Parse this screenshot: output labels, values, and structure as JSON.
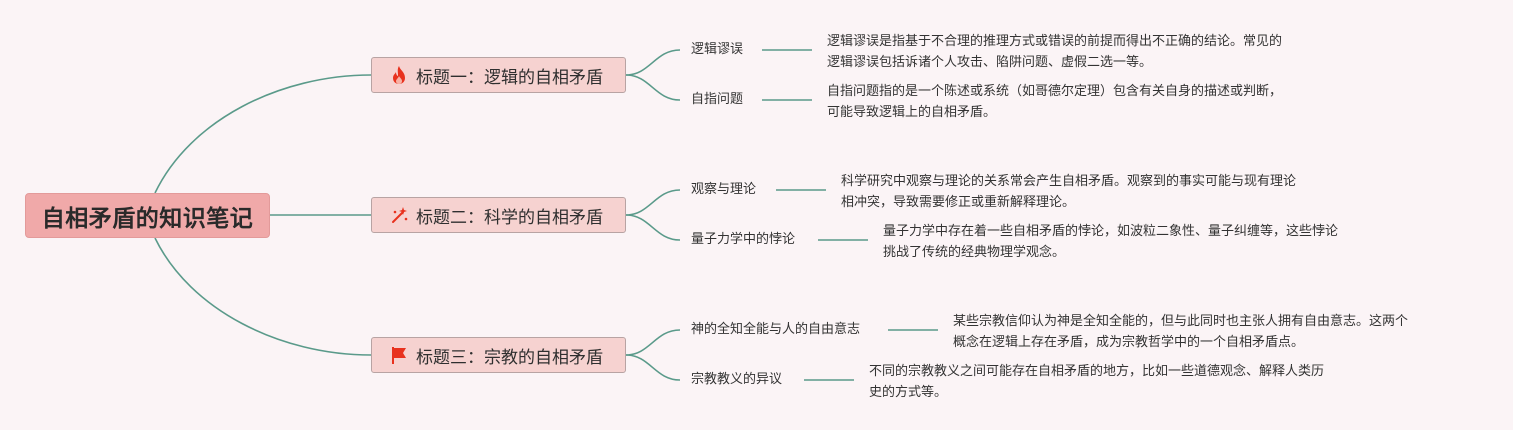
{
  "root": {
    "label": "自相矛盾的知识笔记"
  },
  "branches": [
    {
      "label": "标题一：逻辑的自相矛盾",
      "icon": "fire-icon",
      "topics": [
        {
          "label": "逻辑谬误",
          "desc": [
            "逻辑谬误是指基于不合理的推理方式或错误的前提而得出不正确的结论。常见的",
            "逻辑谬误包括诉诸个人攻击、陷阱问题、虚假二选一等。"
          ]
        },
        {
          "label": "自指问题",
          "desc": [
            "自指问题指的是一个陈述或系统（如哥德尔定理）包含有关自身的描述或判断，",
            "可能导致逻辑上的自相矛盾。"
          ]
        }
      ]
    },
    {
      "label": "标题二：科学的自相矛盾",
      "icon": "sparkle-icon",
      "topics": [
        {
          "label": "观察与理论",
          "desc": [
            "科学研究中观察与理论的关系常会产生自相矛盾。观察到的事实可能与现有理论",
            "相冲突，导致需要修正或重新解释理论。"
          ]
        },
        {
          "label": "量子力学中的悖论",
          "desc": [
            "量子力学中存在着一些自相矛盾的悖论，如波粒二象性、量子纠缠等，这些悖论",
            "挑战了传统的经典物理学观念。"
          ]
        }
      ]
    },
    {
      "label": "标题三：宗教的自相矛盾",
      "icon": "flag-icon",
      "topics": [
        {
          "label": "神的全知全能与人的自由意志",
          "desc": [
            "某些宗教信仰认为神是全知全能的，但与此同时也主张人拥有自由意志。这两个",
            "概念在逻辑上存在矛盾，成为宗教哲学中的一个自相矛盾点。"
          ]
        },
        {
          "label": "宗教教义的异议",
          "desc": [
            "不同的宗教教义之间可能存在自相矛盾的地方，比如一些道德观念、解释人类历",
            "史的方式等。"
          ]
        }
      ]
    }
  ],
  "colors": {
    "background": "#fbf4f6",
    "link": "#5a9a8a",
    "root_fill": "#f0a9a9",
    "branch_fill": "#f6d2d0",
    "icon_red": "#e8321e"
  }
}
